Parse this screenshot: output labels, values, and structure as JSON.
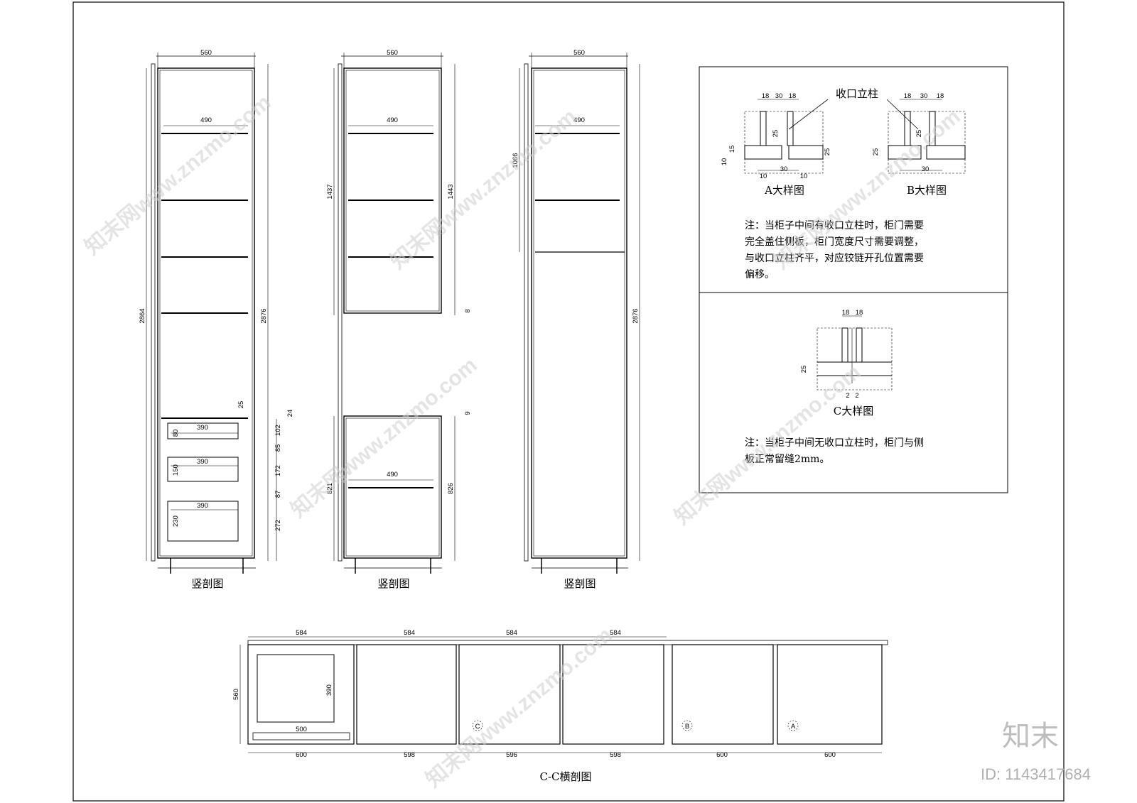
{
  "sections": {
    "elevation_1": {
      "caption": "竖剖图",
      "width_top": "560",
      "shelf_width": "490",
      "height_left": "2864",
      "height_right": "2876",
      "top_gap": "25",
      "top_gap_right": "24",
      "drawers": [
        {
          "width": "390",
          "height": "80"
        },
        {
          "width": "390",
          "height": "150"
        },
        {
          "width": "390",
          "height": "230"
        }
      ],
      "drawer_pitch": [
        "102",
        "85",
        "172",
        "87",
        "272"
      ]
    },
    "elevation_2": {
      "caption": "竖剖图",
      "width_top": "560",
      "shelf_width": "490",
      "upper_left": "1437",
      "upper_right": "1443",
      "upper_gap": "8",
      "lower_gap": "9",
      "lower_left": "821",
      "lower_right": "826",
      "lower_shelf": "490"
    },
    "elevation_3": {
      "caption": "竖剖图",
      "width_top": "560",
      "shelf_width": "490",
      "upper_left": "1066",
      "height_right": "2876"
    },
    "plan": {
      "caption": "C-C横剖图",
      "top_dims": [
        "584",
        "584",
        "584",
        "584"
      ],
      "depth": "560",
      "inner_height": "390",
      "inner_width": "500",
      "bottom_dims": [
        "600",
        "598",
        "596",
        "598",
        "600",
        "600"
      ],
      "markers": [
        "C",
        "B",
        "A"
      ]
    },
    "detail_ab": {
      "title_label": "收口立柱",
      "a_caption": "A大样图",
      "b_caption": "B大样图",
      "dims_18": "18",
      "dims_30": "30",
      "dims_25": "25",
      "dims_15": "15",
      "dims_10": "10",
      "note": [
        "注：当柜子中间有收口立柱时，柜门需要",
        "完全盖住侧板，柜门宽度尺寸需要调整，",
        "与收口立柱齐平，对应铰链开孔位置需要",
        "偏移。"
      ]
    },
    "detail_c": {
      "caption": "C大样图",
      "dims_18": "18",
      "dims_25": "25",
      "dims_2": "2",
      "note": [
        "注：当柜子中间无收口立柱时，柜门与侧",
        "板正常留缝2mm。"
      ]
    }
  },
  "watermark": {
    "site": "知末网www.znzmo.com",
    "logo": "知末",
    "id_label": "ID: 1143417684"
  }
}
